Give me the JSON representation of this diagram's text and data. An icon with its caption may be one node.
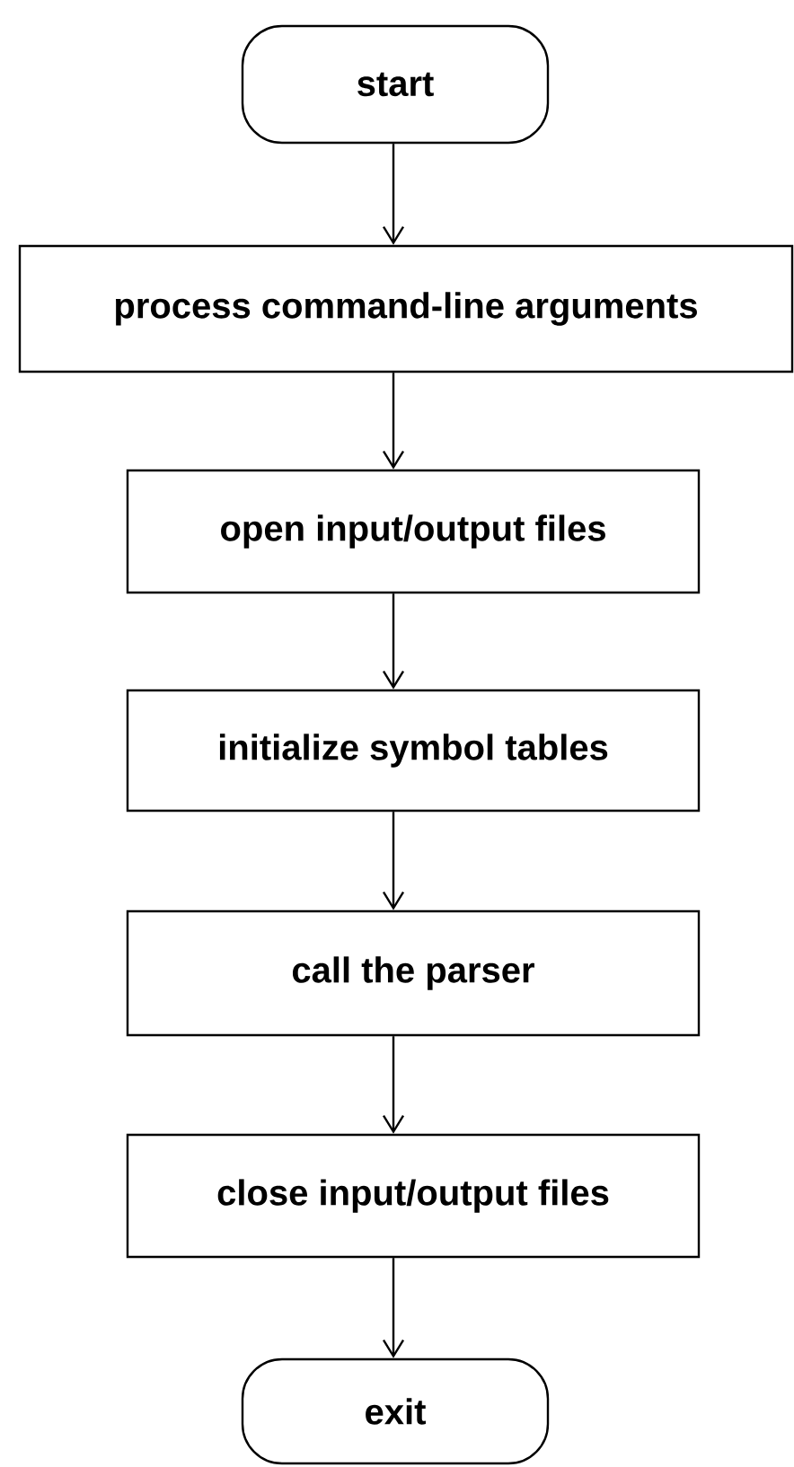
{
  "diagram": {
    "nodes": [
      {
        "text": [
          "start"
        ]
      },
      {
        "text": [
          "process command-line arguments"
        ]
      },
      {
        "text": [
          "open input/output files"
        ]
      },
      {
        "text": [
          "initialize symbol tables"
        ]
      },
      {
        "text": [
          "call the parser"
        ]
      },
      {
        "text": [
          "close input/output files"
        ]
      },
      {
        "text": [
          "exit"
        ]
      }
    ],
    "edges": [
      {
        "from": 0,
        "to": 1,
        "arrow": "to"
      },
      {
        "from": 1,
        "to": 2,
        "arrow": "to"
      },
      {
        "from": 2,
        "to": 3,
        "arrow": "to"
      },
      {
        "from": 3,
        "to": 4,
        "arrow": "to"
      },
      {
        "from": 4,
        "to": 5,
        "arrow": "to"
      },
      {
        "from": 5,
        "to": 6,
        "arrow": "to"
      }
    ]
  }
}
